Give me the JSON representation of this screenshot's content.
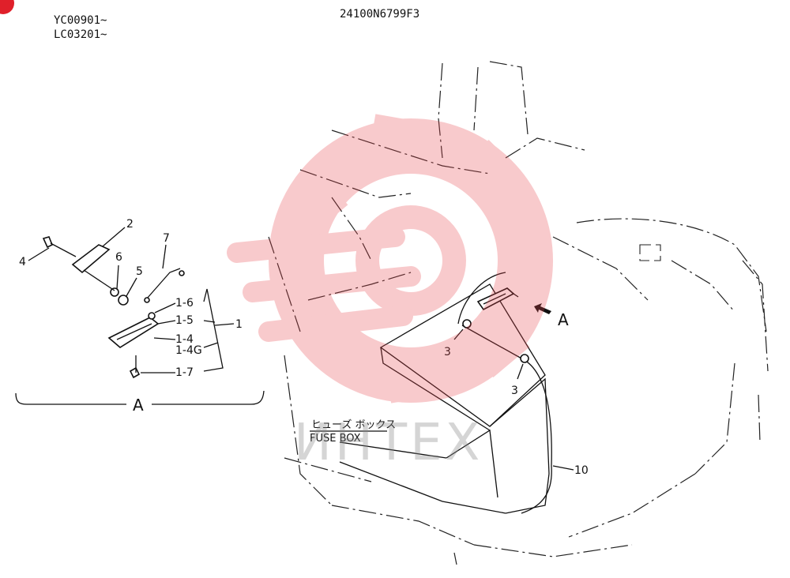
{
  "header": {
    "part_number": "24100N6799F3",
    "serial_ranges": [
      "YC00901~",
      "LC03201~"
    ]
  },
  "detail_view": {
    "caption": "A",
    "labels": {
      "p2": "2",
      "p4": "4",
      "p6": "6",
      "p5": "5",
      "p7": "7",
      "p1_6": "1-6",
      "p1_5": "1-5",
      "p1_4": "1-4",
      "p1_4g": "1-4G",
      "p1": "1",
      "p1_7": "1-7"
    }
  },
  "main_view": {
    "view_arrow_label": "A",
    "clip_label_left": "3",
    "clip_label_right": "3",
    "harness_label": "10",
    "fuse_box_jp": "ヒューズ ボックス",
    "fuse_box_en": "FUSE BOX"
  },
  "watermark": {
    "text": "ИНТЕХ",
    "color": "#e8434a"
  },
  "colors": {
    "ink": "#111111",
    "corner_badge": "#e0202a"
  }
}
